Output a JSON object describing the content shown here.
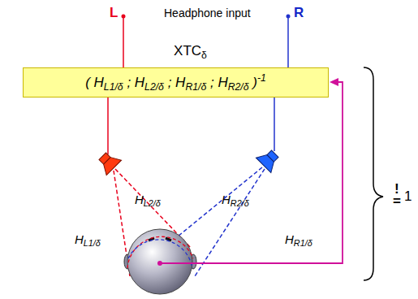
{
  "diagram": {
    "nodes": [
      {
        "text": [
          "XTCδ",
          "( HL1/δ ; HL2/δ ; HR1/δ ; HR2/δ )-1"
        ]
      }
    ],
    "labels": [
      "L",
      "Headphone input",
      "R",
      "HL1/δ",
      "HL2/δ",
      "HR2/δ",
      "HR1/δ",
      "!",
      "=",
      "1"
    ]
  }
}
